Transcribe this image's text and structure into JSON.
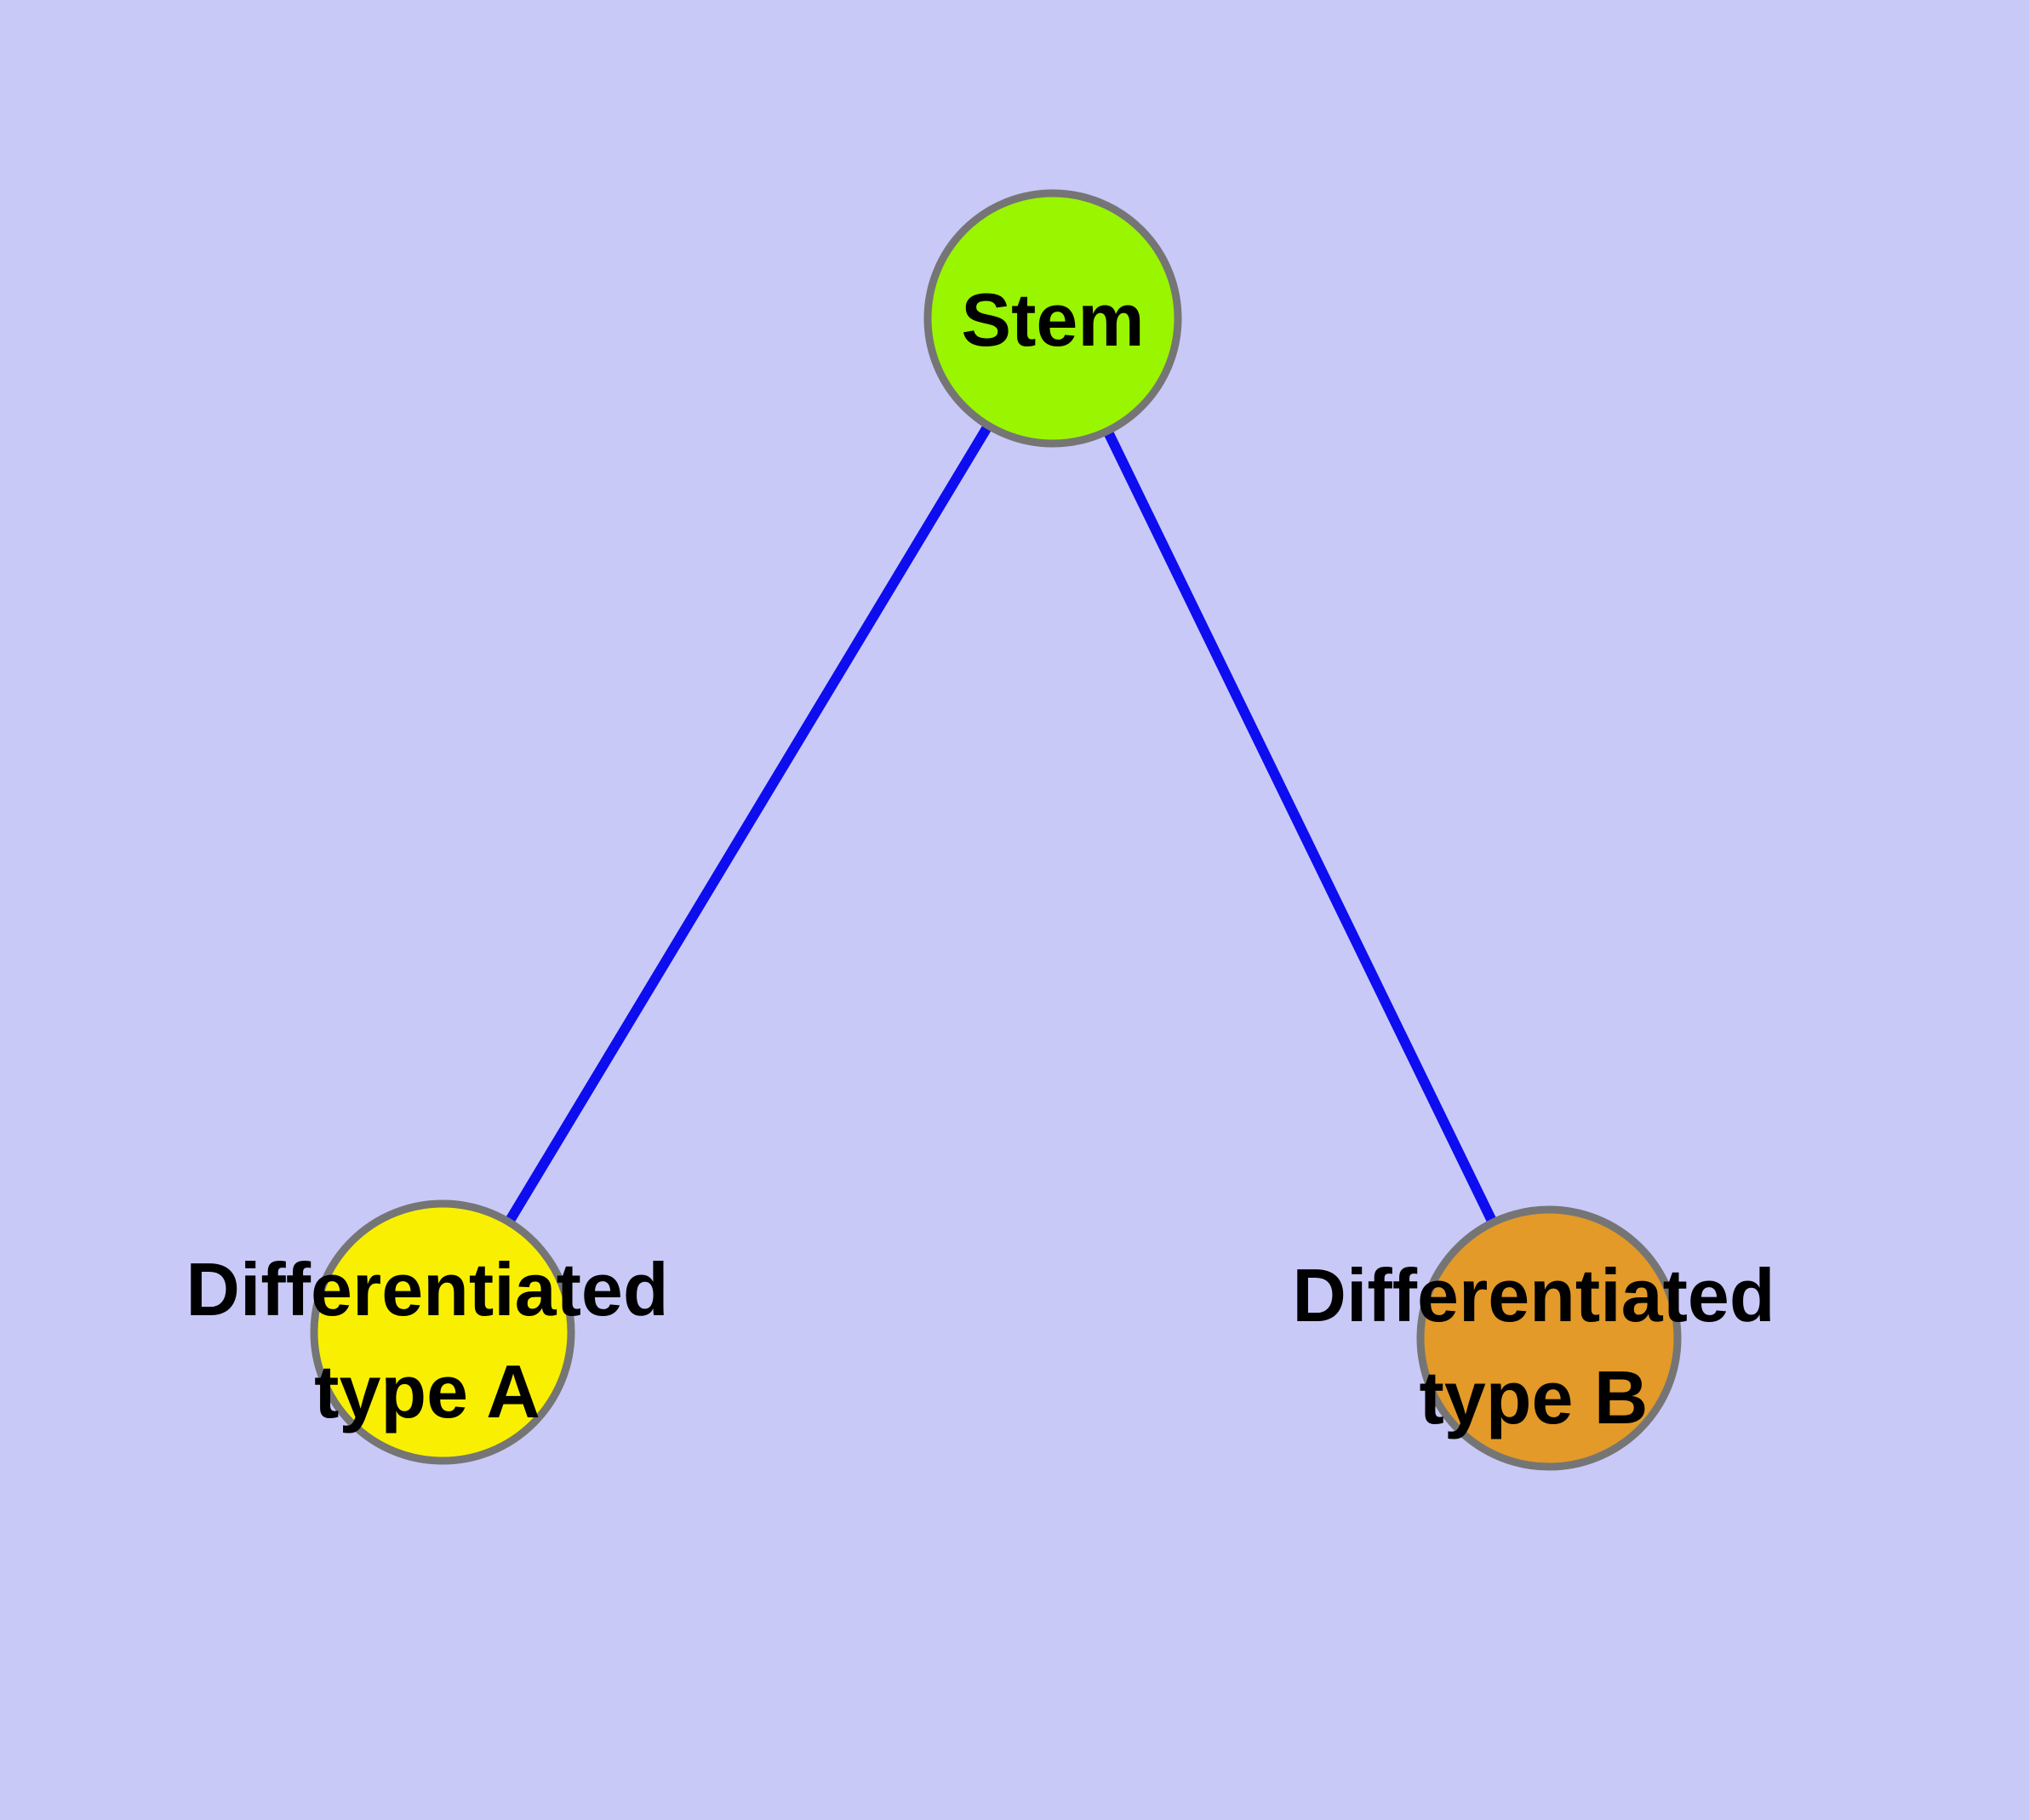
{
  "canvas": {
    "background": "#c9c9f8"
  },
  "nodes": {
    "stem": {
      "label": "Stem",
      "fill": "#9af500",
      "border": "#757575"
    },
    "typeA": {
      "line1": "Differentiated",
      "line2": "type A",
      "full_label": "Differentiated type A",
      "fill": "#f8f000",
      "border": "#757575"
    },
    "typeB": {
      "line1": "Differentiated",
      "line2": "type B",
      "full_label": "Differentiated type B",
      "fill": "#e39a28",
      "border": "#757575"
    }
  },
  "edges": {
    "color": "#0d0df0",
    "list": [
      {
        "from": "Stem",
        "to": "Differentiated type A"
      },
      {
        "from": "Stem",
        "to": "Differentiated type B"
      }
    ]
  }
}
